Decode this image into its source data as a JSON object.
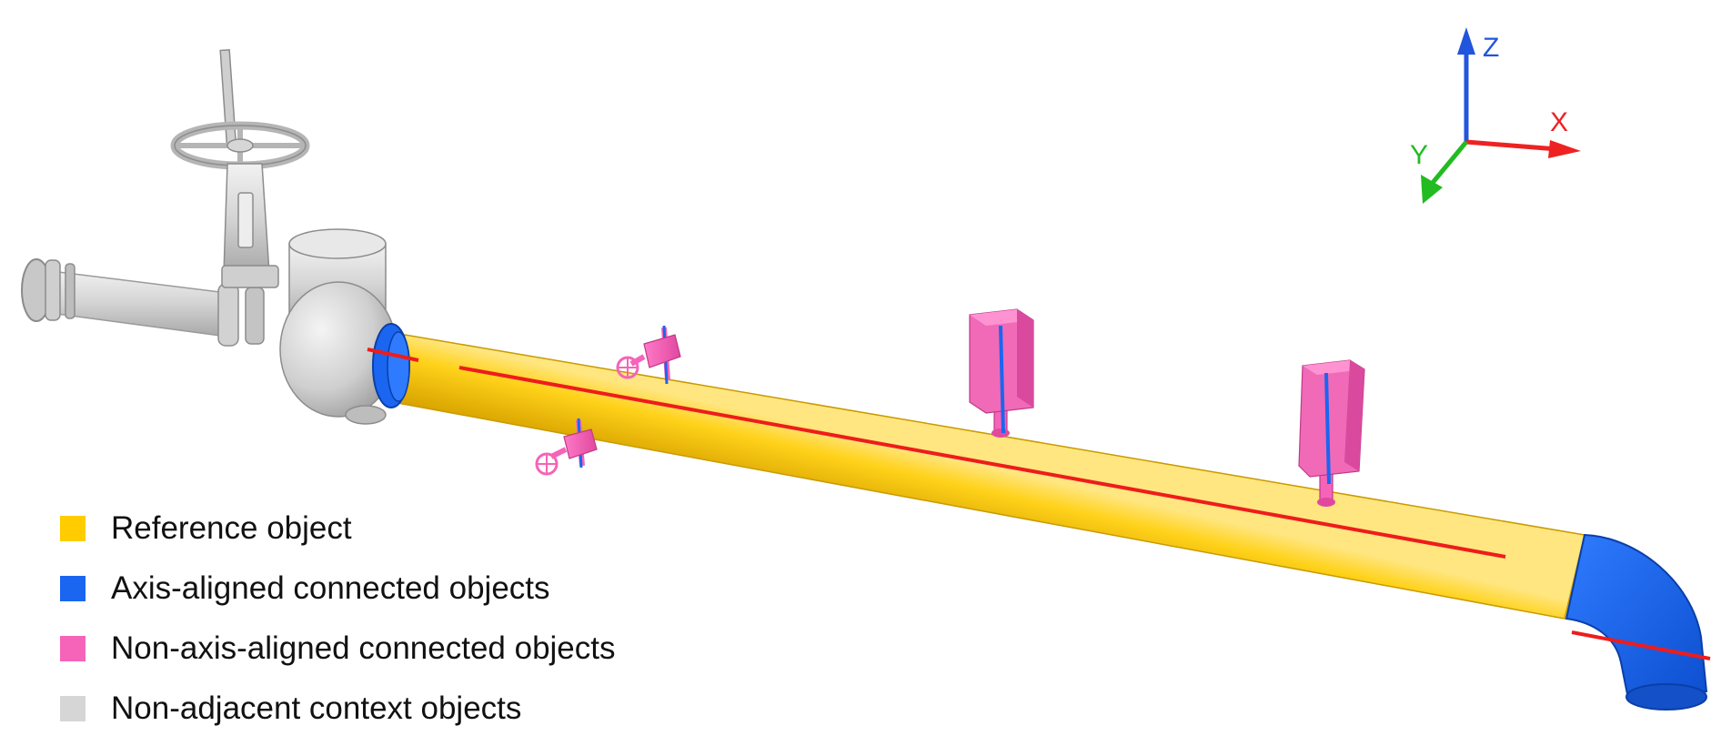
{
  "axes": {
    "z_label": "Z",
    "x_label": "X",
    "y_label": "Y"
  },
  "legend": {
    "items": [
      {
        "label": "Reference object",
        "color": "#ffcc00",
        "name": "reference-object"
      },
      {
        "label": "Axis-aligned connected objects",
        "color": "#1a66f0",
        "name": "axis-aligned"
      },
      {
        "label": "Non-axis-aligned connected objects",
        "color": "#f564b8",
        "name": "non-axis-aligned"
      },
      {
        "label": "Non-adjacent context objects",
        "color": "#d6d6d6",
        "name": "non-adjacent"
      }
    ]
  },
  "colors": {
    "reference": "#ffcc00",
    "axis_aligned": "#1a66f0",
    "non_axis_aligned": "#f564b8",
    "context": "#d6d6d6",
    "axis_line": "#ee1c1c",
    "axis_x": "#ee2222",
    "axis_y": "#22bb22",
    "axis_z": "#2255dd"
  }
}
